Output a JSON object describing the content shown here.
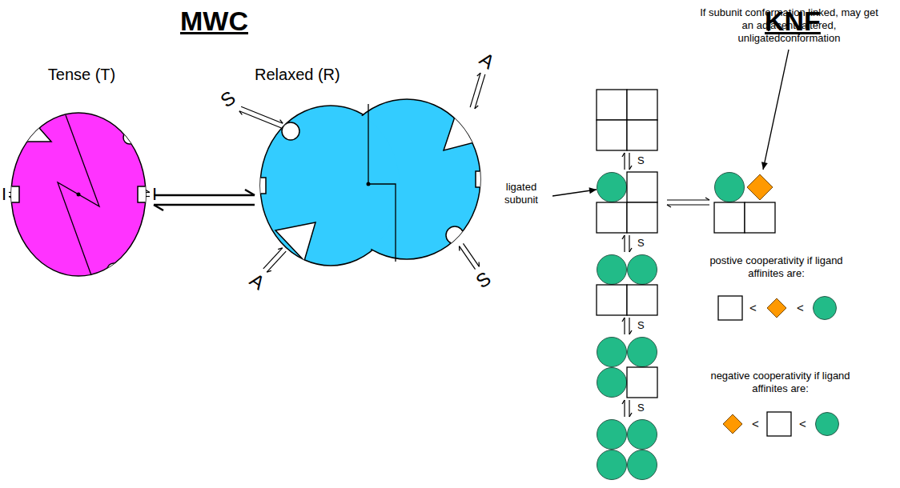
{
  "diagram": {
    "nodes": [
      {
        "text": [
          "Tense (T)"
        ]
      },
      {
        "text": [
          "Relaxed (R)"
        ]
      }
    ],
    "edges": [
      {
        "from": 0,
        "to": 1,
        "arrow": "both"
      }
    ],
    "labels": [
      "MWC",
      "KNF",
      "I",
      "I",
      "S",
      "A",
      "A",
      "S",
      "ligated subunit",
      "If subunit conformation linked, may get an adjacent, altered, unligatedconformation",
      "S",
      "S",
      "S",
      "S",
      "postive cooperativity if ligand affinites are:",
      "<",
      "<",
      "negative cooperativity if ligand affinites are:",
      "<",
      "<"
    ]
  }
}
